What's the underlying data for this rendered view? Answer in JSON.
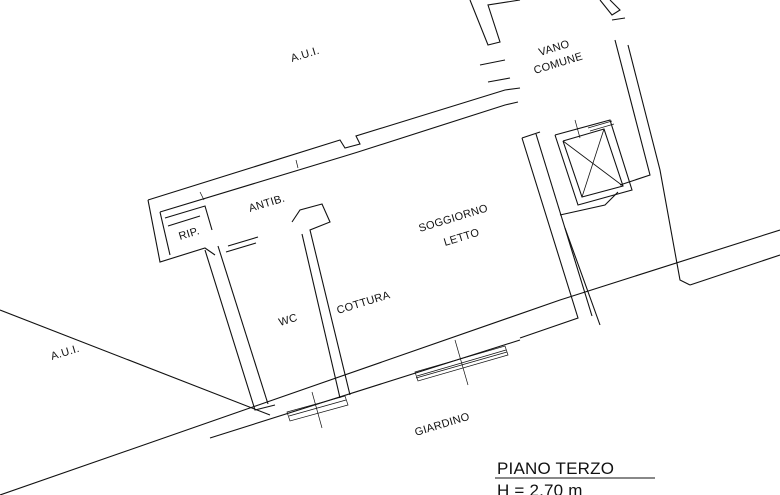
{
  "labels": {
    "aui_top": "A.U.I.",
    "aui_left": "A.U.I.",
    "vano": "VANO",
    "comune": "COMUNE",
    "antib": "ANTIB.",
    "rip": "RIP.",
    "soggiorno": "SOGGIORNO",
    "letto": "LETTO",
    "cottura": "COTTURA",
    "wc": "WC",
    "giardino": "GIARDINO"
  },
  "title": {
    "floor": "PIANO TERZO",
    "height": "H = 2,70 m"
  }
}
